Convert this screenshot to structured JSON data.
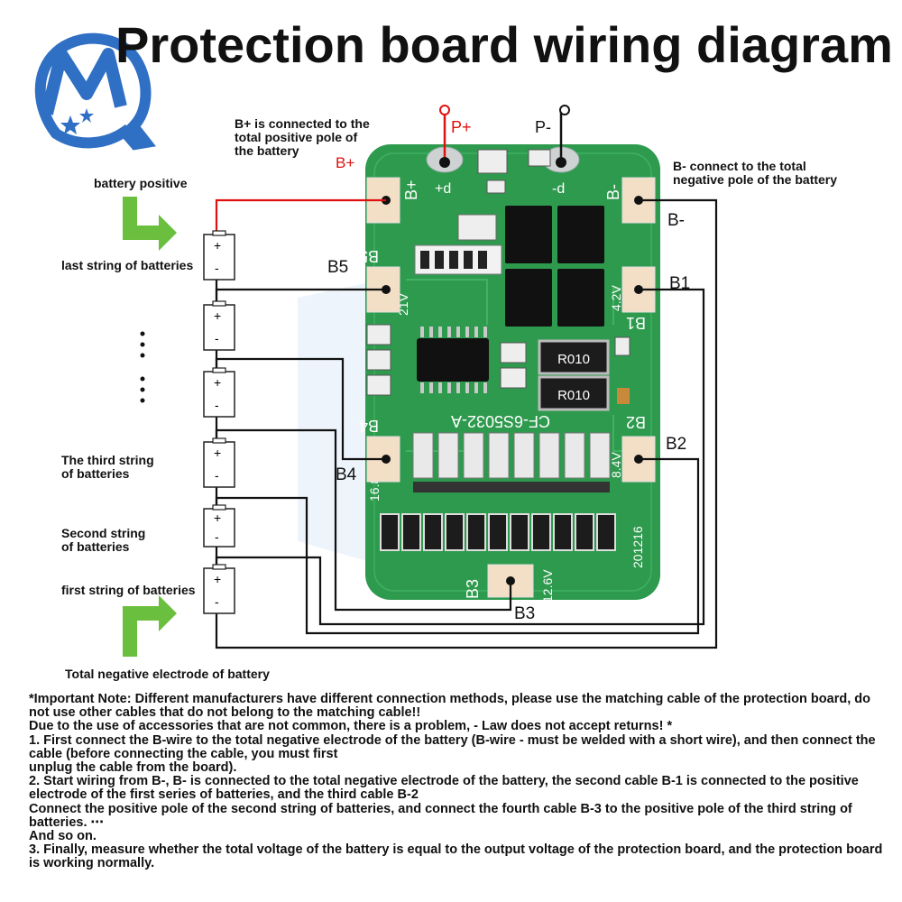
{
  "title": "Protection board wiring diagram",
  "labels": {
    "bplus_note": [
      "B+ is connected to the",
      "total positive pole of",
      "the battery"
    ],
    "bminus_note": [
      "B- connect to the total",
      "negative pole of the battery"
    ],
    "battery_positive": "battery positive",
    "last_string": "last string of batteries",
    "third_string": [
      "The third string",
      "of batteries"
    ],
    "second_string": [
      "Second string",
      "of batteries"
    ],
    "first_string": "first string of batteries",
    "total_negative": "Total negative electrode of battery"
  },
  "board": {
    "pads": {
      "bplus": "B+",
      "b5": "B5",
      "b4": "B4",
      "b3": "B3",
      "b1": "B1",
      "b2": "B2",
      "bminus": "B-"
    },
    "external_pads": {
      "b5": "B5",
      "b4": "B4",
      "b3": "B3",
      "b1": "B1",
      "b2": "B2",
      "bminus": "B-",
      "bplus": "B+"
    },
    "terminals": {
      "pplus": "P+",
      "pminus": "P-",
      "pplus_silk": "+d",
      "pminus_silk": "-d"
    },
    "silk": {
      "model": "CF-6S5032-A",
      "date": "201216",
      "v21": "21V",
      "v42": "4.2V",
      "v84": "8.4V",
      "v168": "16.8V",
      "v126": "12.6V",
      "r1": "R010",
      "r2": "R010"
    }
  },
  "battery_cell": {
    "plus": "+",
    "minus": "-"
  },
  "colors": {
    "board": "#2e9a4e",
    "board_dark": "#1f7a3a",
    "wire_red": "#e01010",
    "arrow": "#6abf3e",
    "logo_blue": "#2f6fc4"
  },
  "notes": [
    "*Important Note: Different manufacturers have different connection methods, please use the matching cable of the protection board, do not use other cables that do not belong to the matching cable!!",
    "Due to the use of accessories that are not common, there is a problem, - Law does not accept returns! *",
    "1. First connect the B-wire to the total negative electrode of the battery (B-wire - must be welded with a short wire), and then connect the cable (before connecting the cable, you must first",
    "unplug the cable from the board).",
    "2. Start wiring from B-, B- is connected to the total negative electrode of the battery, the second cable B-1 is connected to the positive electrode of the first series of batteries, and the third cable B-2",
    "Connect the positive pole of the second string of batteries, and connect the fourth cable B-3 to the positive pole of the third string of batteries. ⋯",
    "And so on.",
    "3. Finally, measure whether the total voltage of the battery is equal to the output voltage of the protection board, and the protection board is working normally."
  ]
}
